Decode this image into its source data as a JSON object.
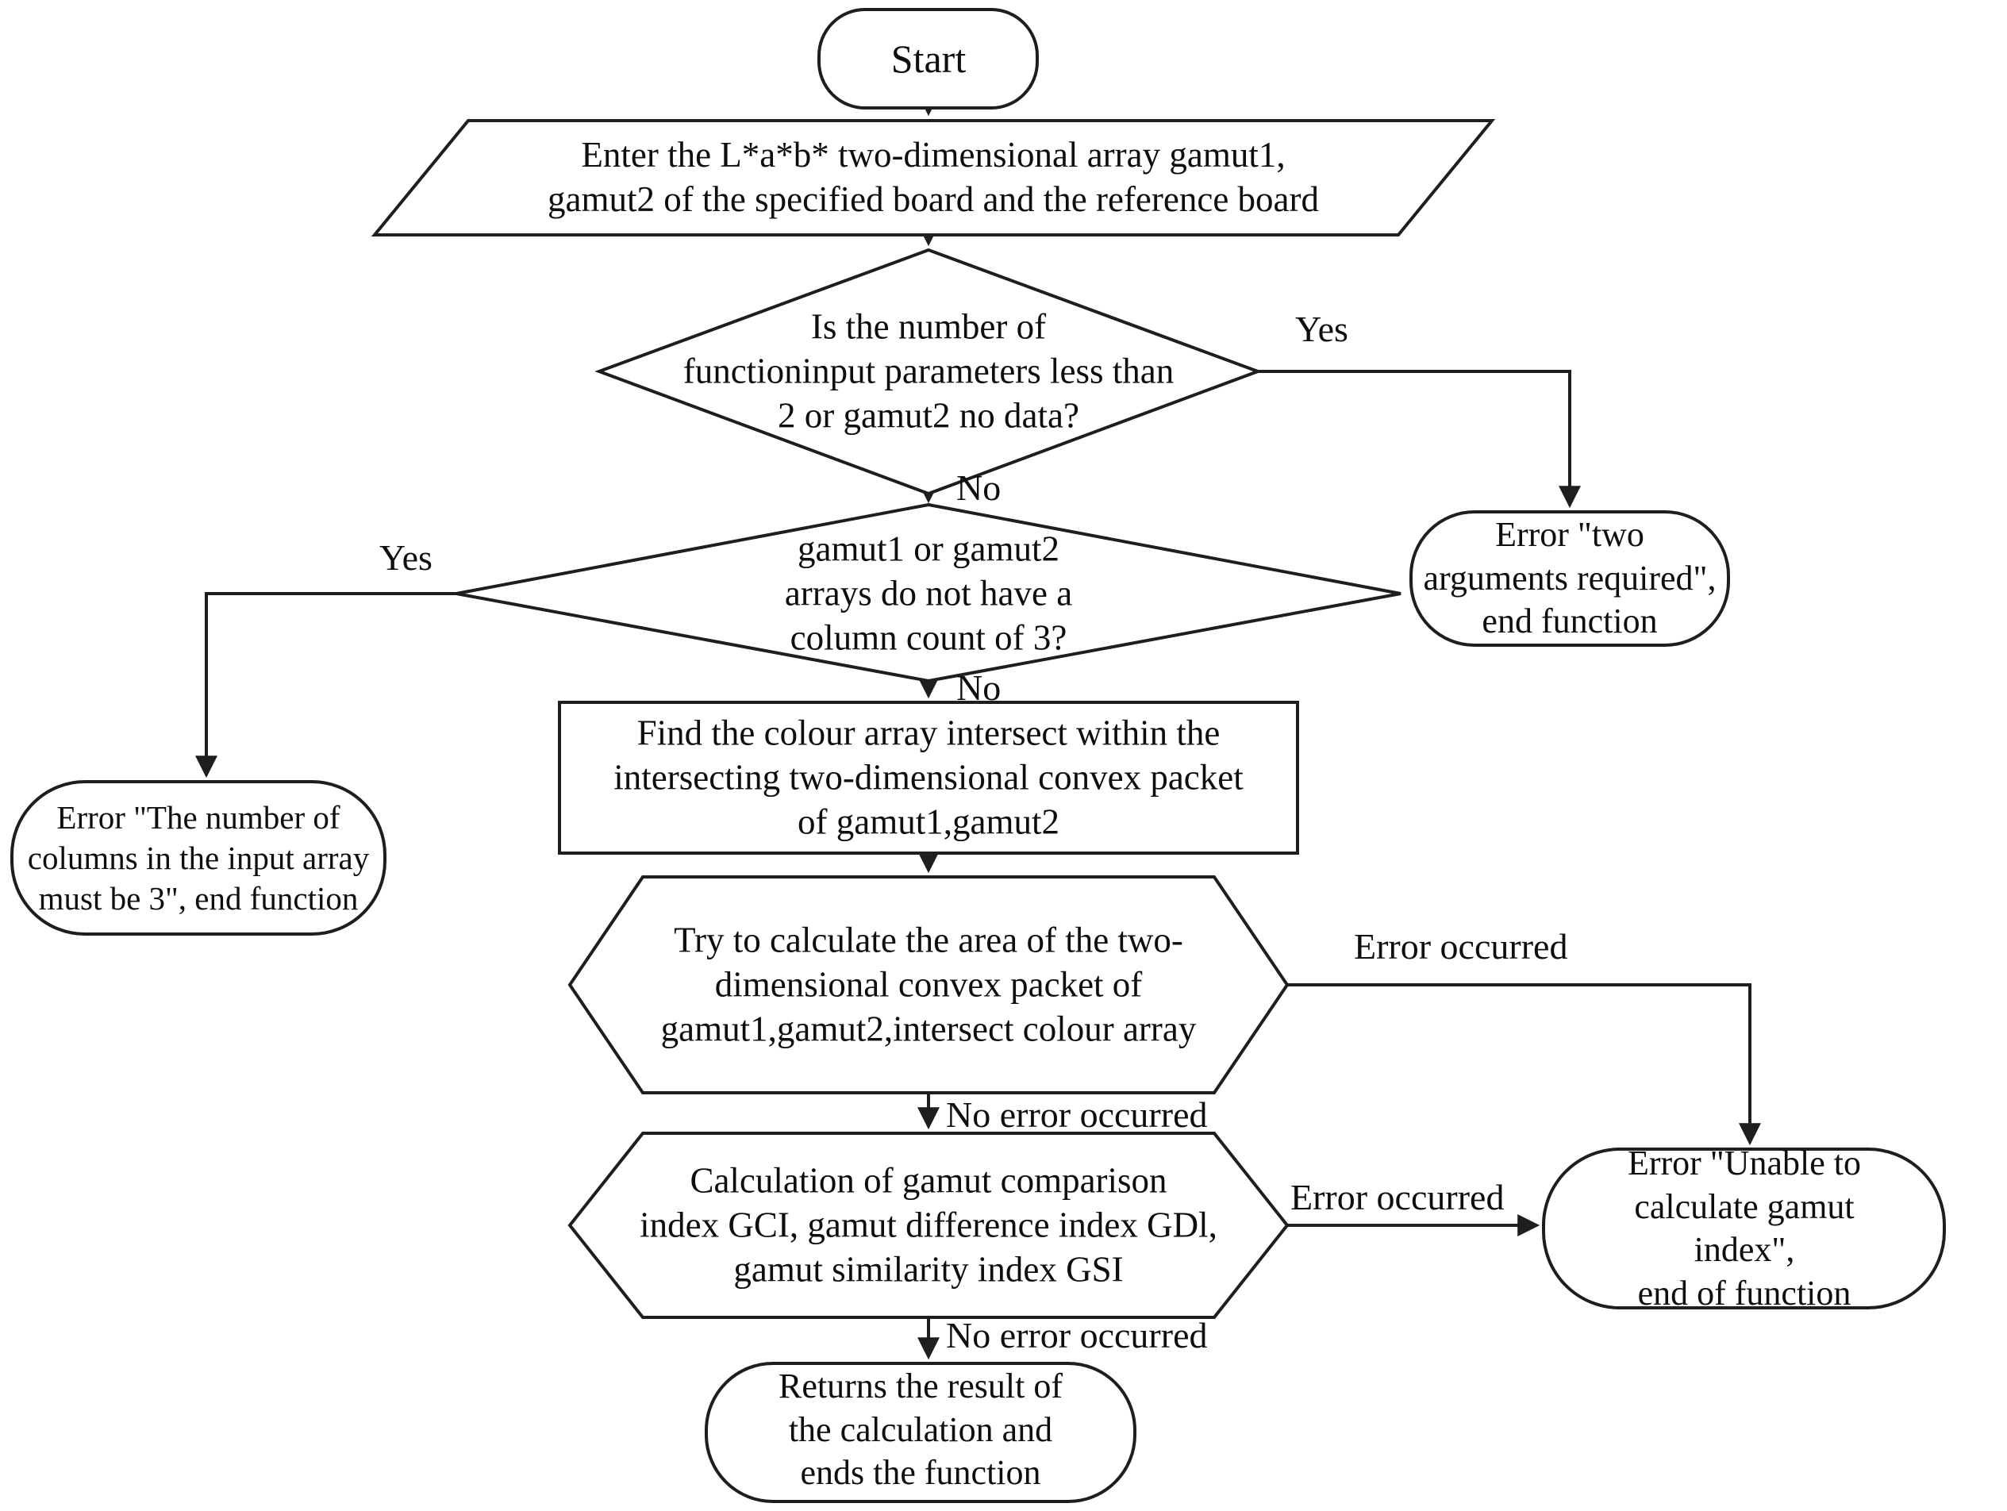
{
  "nodes": {
    "start": {
      "type": "terminator",
      "label": "Start"
    },
    "input": {
      "type": "input-output",
      "label": "Enter the L*a*b* two-dimensional array gamut1,\ngamut2 of the specified board and the reference board"
    },
    "check_params": {
      "type": "decision",
      "label": "Is the number of\nfunctioninput parameters less than\n2 or gamut2 no data?"
    },
    "check_columns": {
      "type": "decision",
      "label": "gamut1 or gamut2\narrays do not have a\ncolumn count of 3?"
    },
    "find_intersect": {
      "type": "process",
      "label": "Find the colour array intersect within the\nintersecting two-dimensional convex packet\nof gamut1,gamut2"
    },
    "try_area": {
      "type": "preparation",
      "label": "Try to calculate the area of the two-\ndimensional convex packet of\ngamut1,gamut2,intersect colour array"
    },
    "calc_indices": {
      "type": "preparation",
      "label": "Calculation of gamut comparison\nindex GCI, gamut difference index GDl,\ngamut similarity index GSI"
    },
    "error_two_args": {
      "type": "terminator",
      "label": "Error \"two\narguments required\",\nend function"
    },
    "error_columns": {
      "type": "terminator",
      "label": "Error \"The number of\ncolumns in the input array\nmust be 3\", end function"
    },
    "error_gamut_index": {
      "type": "terminator",
      "label": "Error \"Unable to\ncalculate gamut index\",\nend of function"
    },
    "return_result": {
      "type": "terminator",
      "label": "Returns the result of\nthe calculation and\nends the function"
    }
  },
  "edge_labels": {
    "yes_params": "Yes",
    "no_params": "No",
    "yes_columns": "Yes",
    "no_columns": "No",
    "error_area": "Error occurred",
    "no_error_area": "No error occurred",
    "error_calc": "Error occurred",
    "no_error_calc": "No error occurred"
  },
  "colors": {
    "stroke": "#1e1e1e",
    "text": "#0e0e0e",
    "background": "#ffffff"
  }
}
